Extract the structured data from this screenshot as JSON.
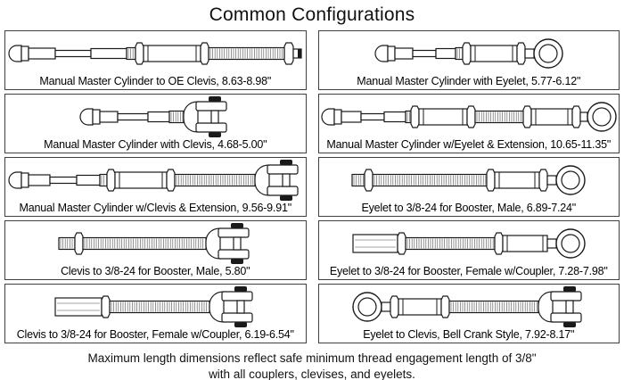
{
  "page": {
    "title": "Common Configurations",
    "footer_line1": "Maximum length dimensions reflect safe minimum thread engagement length of 3/8\"",
    "footer_line2": "with all couplers, clevises, and eyelets."
  },
  "columns": {
    "left": [
      {
        "caption": "Manual Master Cylinder to OE Clevis, 8.63-8.98\"",
        "parts": [
          {
            "t": "bullet",
            "w": 14
          },
          {
            "t": "seg",
            "w": 8,
            "h": 16
          },
          {
            "t": "seg",
            "w": 30,
            "h": 12
          },
          {
            "t": "seg",
            "w": 40,
            "h": 7
          },
          {
            "t": "seg",
            "w": 40,
            "h": 11
          },
          {
            "t": "thread",
            "w": 10
          },
          {
            "t": "nut",
            "w": 9
          },
          {
            "t": "sleeve",
            "w": 64
          },
          {
            "t": "nut",
            "w": 9
          },
          {
            "t": "thread",
            "w": 85
          },
          {
            "t": "nut",
            "w": 10
          },
          {
            "t": "stub",
            "w": 9
          }
        ]
      },
      {
        "caption": "Manual Master Cylinder with Clevis, 4.68-5.00\"",
        "parts": [
          {
            "t": "bullet",
            "w": 14
          },
          {
            "t": "seg",
            "w": 8,
            "h": 16
          },
          {
            "t": "seg",
            "w": 20,
            "h": 12
          },
          {
            "t": "seg",
            "w": 34,
            "h": 7
          },
          {
            "t": "seg",
            "w": 24,
            "h": 11
          },
          {
            "t": "thread",
            "w": 16
          },
          {
            "t": "clevis",
            "w": 52
          }
        ]
      },
      {
        "caption": "Manual Master Cylinder w/Clevis & Extension, 9.56-9.91\"",
        "parts": [
          {
            "t": "bullet",
            "w": 14
          },
          {
            "t": "seg",
            "w": 8,
            "h": 16
          },
          {
            "t": "seg",
            "w": 24,
            "h": 12
          },
          {
            "t": "seg",
            "w": 30,
            "h": 7
          },
          {
            "t": "seg",
            "w": 26,
            "h": 11
          },
          {
            "t": "thread",
            "w": 8
          },
          {
            "t": "nut",
            "w": 9
          },
          {
            "t": "sleeve",
            "w": 58
          },
          {
            "t": "nut",
            "w": 9
          },
          {
            "t": "thread",
            "w": 90
          },
          {
            "t": "clevis",
            "w": 52
          }
        ]
      },
      {
        "caption": "Clevis to 3/8-24 for Booster, Male, 5.80\"",
        "parts": [
          {
            "t": "thread",
            "w": 18
          },
          {
            "t": "nut",
            "w": 9
          },
          {
            "t": "thread",
            "w": 138
          },
          {
            "t": "clevis",
            "w": 52
          }
        ]
      },
      {
        "caption": "Clevis to 3/8-24 for Booster, Female w/Coupler, 6.19-6.54\"",
        "parts": [
          {
            "t": "hex",
            "w": 52
          },
          {
            "t": "nut",
            "w": 9
          },
          {
            "t": "thread",
            "w": 112
          },
          {
            "t": "clevis",
            "w": 52
          }
        ]
      }
    ],
    "right": [
      {
        "caption": "Manual Master Cylinder with Eyelet, 5.77-6.12\"",
        "parts": [
          {
            "t": "bullet",
            "w": 14
          },
          {
            "t": "seg",
            "w": 8,
            "h": 16
          },
          {
            "t": "seg",
            "w": 20,
            "h": 12
          },
          {
            "t": "seg",
            "w": 26,
            "h": 7
          },
          {
            "t": "seg",
            "w": 22,
            "h": 11
          },
          {
            "t": "thread",
            "w": 8
          },
          {
            "t": "nut",
            "w": 9
          },
          {
            "t": "sleeve",
            "w": 52
          },
          {
            "t": "nut",
            "w": 9
          },
          {
            "t": "eye",
            "w": 42
          }
        ]
      },
      {
        "caption": "Manual Master Cylinder w/Eyelet & Extension, 10.65-11.35\"",
        "parts": [
          {
            "t": "bullet",
            "w": 14
          },
          {
            "t": "seg",
            "w": 8,
            "h": 16
          },
          {
            "t": "seg",
            "w": 22,
            "h": 12
          },
          {
            "t": "seg",
            "w": 26,
            "h": 7
          },
          {
            "t": "seg",
            "w": 24,
            "h": 11
          },
          {
            "t": "thread",
            "w": 6
          },
          {
            "t": "nut",
            "w": 9
          },
          {
            "t": "sleeve",
            "w": 54
          },
          {
            "t": "nut",
            "w": 9
          },
          {
            "t": "thread",
            "w": 54
          },
          {
            "t": "nut",
            "w": 9
          },
          {
            "t": "sleeve",
            "w": 46
          },
          {
            "t": "nut",
            "w": 9
          },
          {
            "t": "eye",
            "w": 40
          }
        ]
      },
      {
        "caption": "Eyelet to 3/8-24 for Booster, Male, 6.89-7.24\"",
        "parts": [
          {
            "t": "thread",
            "w": 14
          },
          {
            "t": "nut",
            "w": 9
          },
          {
            "t": "thread",
            "w": 128
          },
          {
            "t": "nut",
            "w": 9
          },
          {
            "t": "sleeve",
            "w": 50
          },
          {
            "t": "nut",
            "w": 9
          },
          {
            "t": "eye",
            "w": 42
          }
        ]
      },
      {
        "caption": "Eyelet to 3/8-24 for Booster, Female w/Coupler, 7.28-7.98\"",
        "parts": [
          {
            "t": "hex",
            "w": 50
          },
          {
            "t": "nut",
            "w": 9
          },
          {
            "t": "thread",
            "w": 100
          },
          {
            "t": "nut",
            "w": 9
          },
          {
            "t": "sleeve",
            "w": 50
          },
          {
            "t": "eye",
            "w": 42
          }
        ]
      },
      {
        "caption": "Eyelet to Clevis, Bell Crank Style, 7.92-8.17\"",
        "parts": [
          {
            "t": "eyeL",
            "w": 42
          },
          {
            "t": "nut",
            "w": 9
          },
          {
            "t": "sleeve",
            "w": 48
          },
          {
            "t": "nut",
            "w": 9
          },
          {
            "t": "thread",
            "w": 100
          },
          {
            "t": "clevis",
            "w": 52
          }
        ]
      }
    ]
  }
}
